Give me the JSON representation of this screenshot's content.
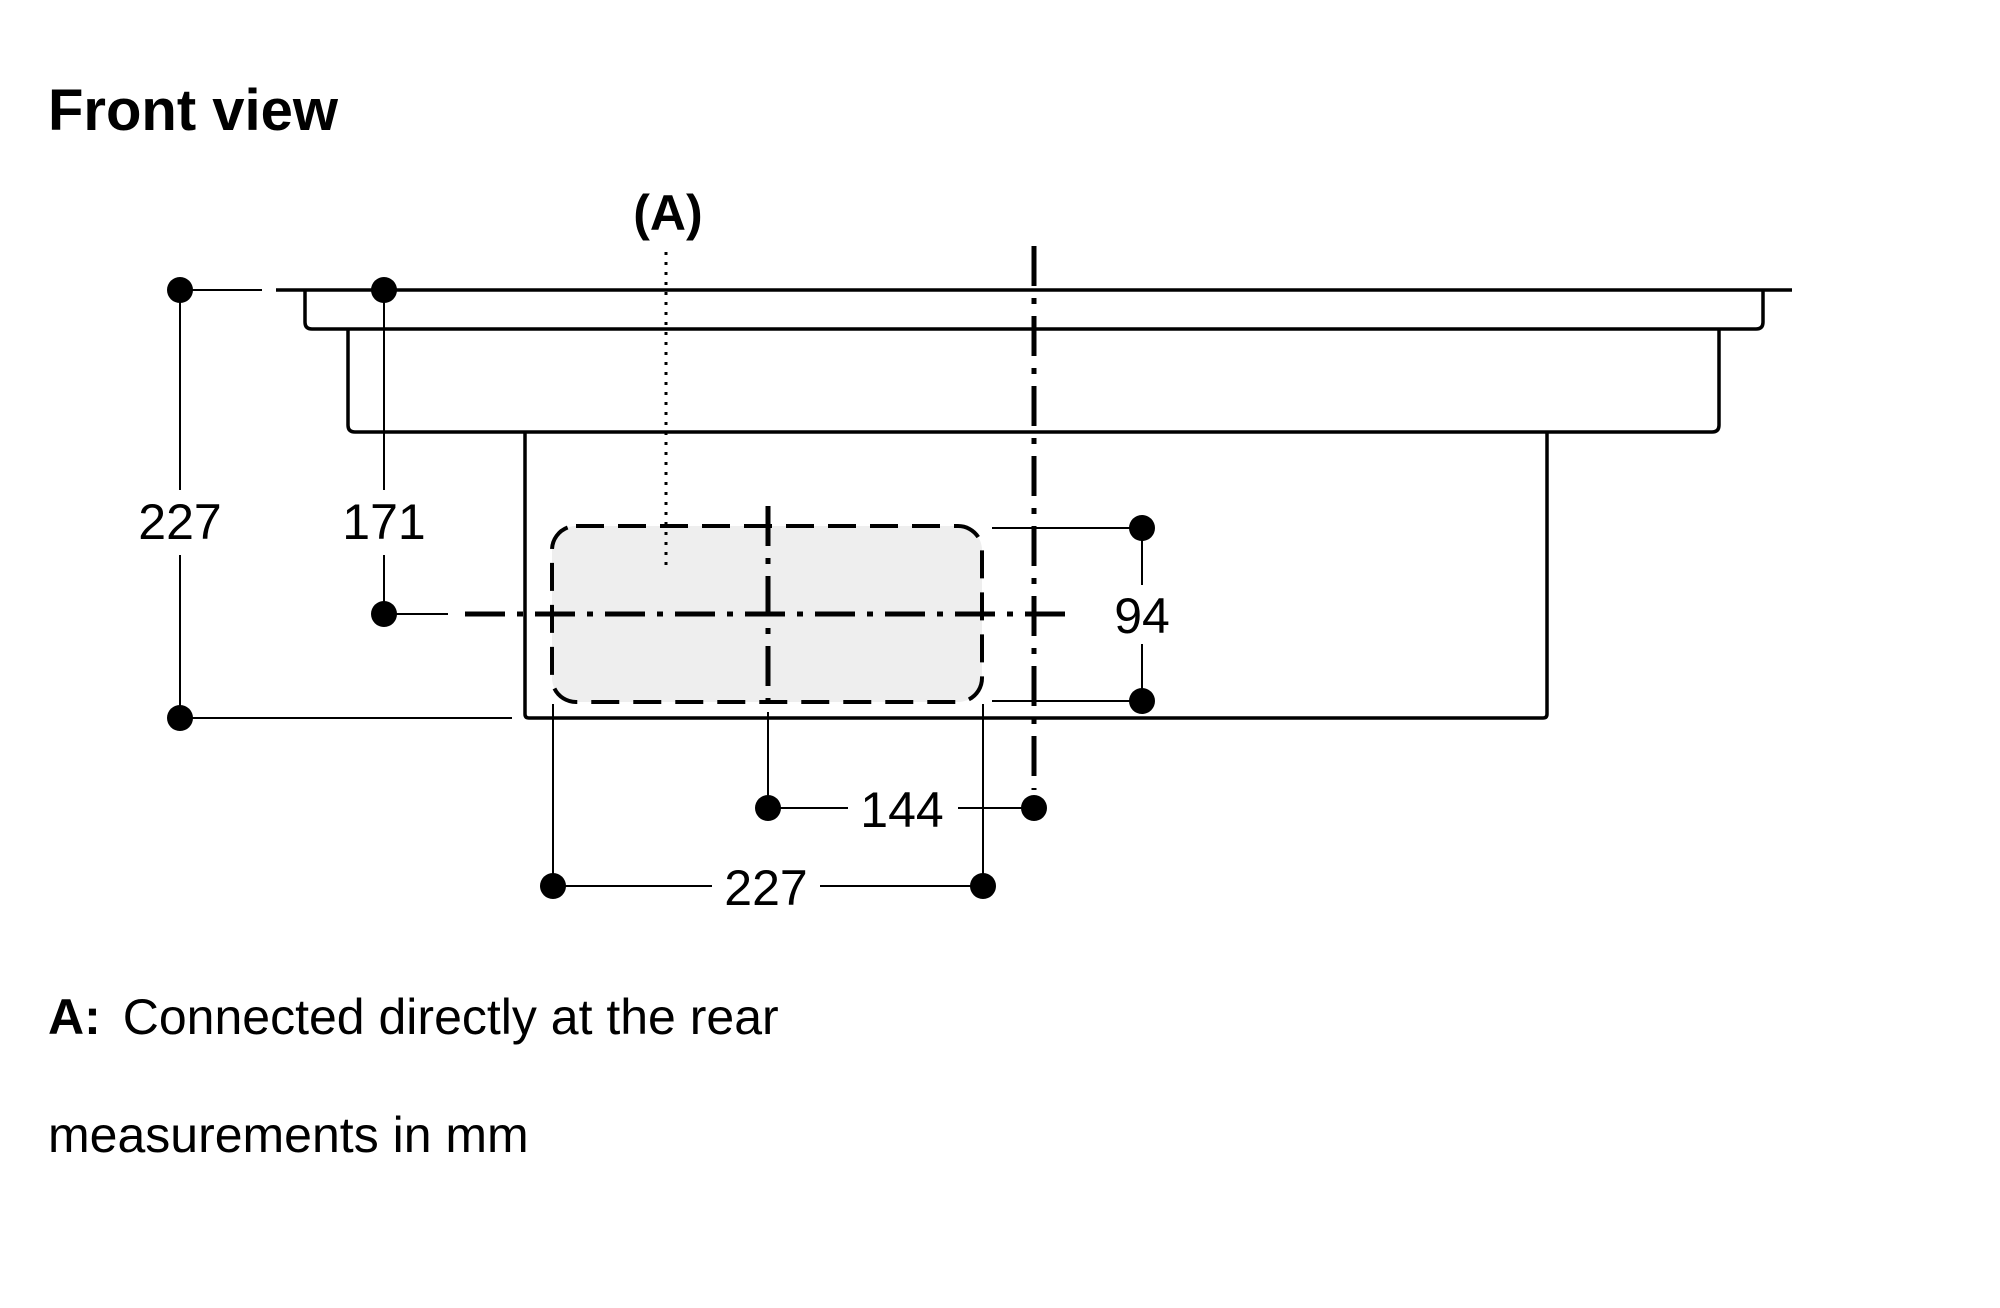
{
  "title": "Front view",
  "callout": {
    "label": "(A)"
  },
  "dimensions": {
    "overall_height": "227",
    "axis_height": "171",
    "opening_height": "94",
    "axis_offset": "144",
    "opening_width": "227"
  },
  "legend": {
    "key": "A:",
    "text": "Connected directly at the rear"
  },
  "units_note": "measurements in mm",
  "colors": {
    "line": "#000000",
    "opening_fill": "#eeeeee",
    "background": "#ffffff"
  }
}
